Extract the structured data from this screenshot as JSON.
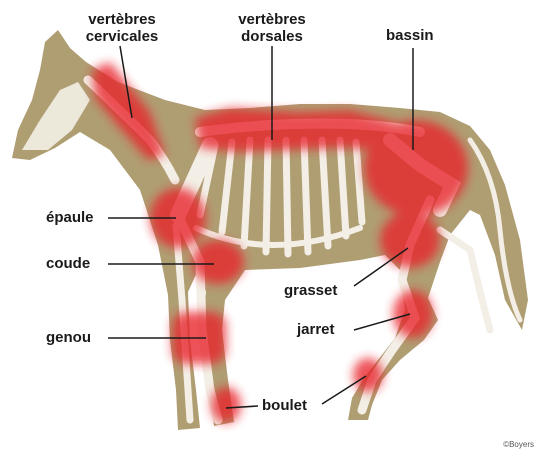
{
  "labels": {
    "cervical_line1": "vertèbres",
    "cervical_line2": "cervicales",
    "dorsal_line1": "vertèbres",
    "dorsal_line2": "dorsales",
    "bassin": "bassin",
    "epaule": "épaule",
    "coude": "coude",
    "genou": "genou",
    "grasset": "grasset",
    "jarret": "jarret",
    "boulet": "boulet"
  },
  "copyright": "©Boyers",
  "colors": {
    "body": "#b09e73",
    "bone": "#f3efe6",
    "highlight": "#e8202a",
    "line": "#1a1a1a"
  }
}
